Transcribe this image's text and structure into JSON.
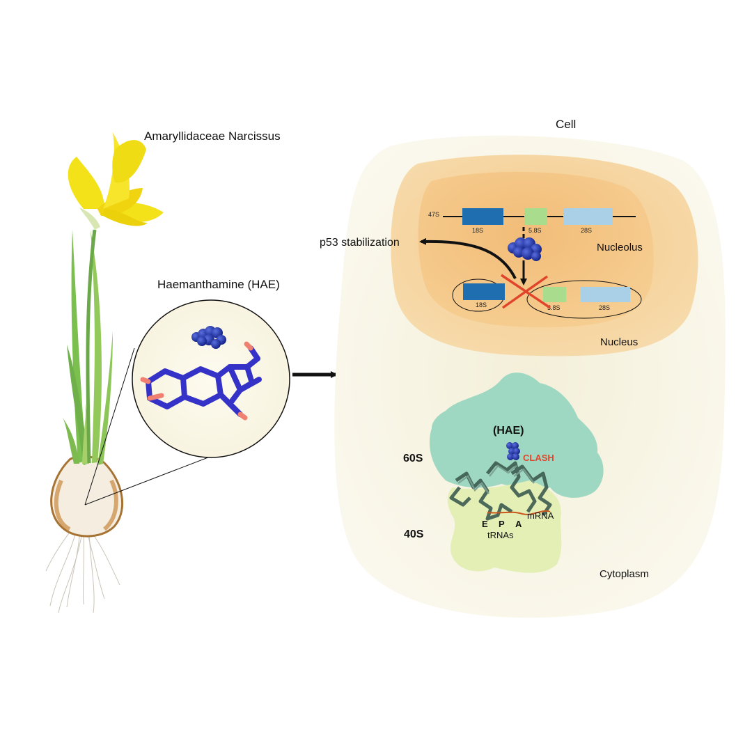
{
  "plant": {
    "title": "Amaryllidaceae Narcissus"
  },
  "molecule": {
    "title": "Haemanthamine (HAE)"
  },
  "cell": {
    "title": "Cell",
    "nucleolus_label": "Nucleolus",
    "nucleus_label": "Nucleus",
    "cytoplasm_label": "Cytoplasm",
    "p53_label": "p53 stabilization"
  },
  "rrna": {
    "precursor_label": "47S",
    "segments": [
      "18S",
      "5.8S",
      "28S"
    ],
    "processed": [
      "18S",
      "5.8S",
      "28S"
    ]
  },
  "ribosome": {
    "large_subunit": "60S",
    "small_subunit": "40S",
    "drug_label": "(HAE)",
    "clash_label": "CLASH",
    "mrna_label": "mRNA",
    "sites": [
      "E",
      "P",
      "A"
    ],
    "trna_label": "tRNAs"
  },
  "colors": {
    "drug_blue": "#1f35b0",
    "clash_red": "#e0452b",
    "rrna_18s": "#1f6fb0",
    "rrna_58s": "#a9dc8c",
    "rrna_28s": "#a9d0e6",
    "subunit_60s": "#9fd8c2",
    "subunit_40s": "#e3efb5",
    "flower_yellow": "#f3e21a"
  }
}
